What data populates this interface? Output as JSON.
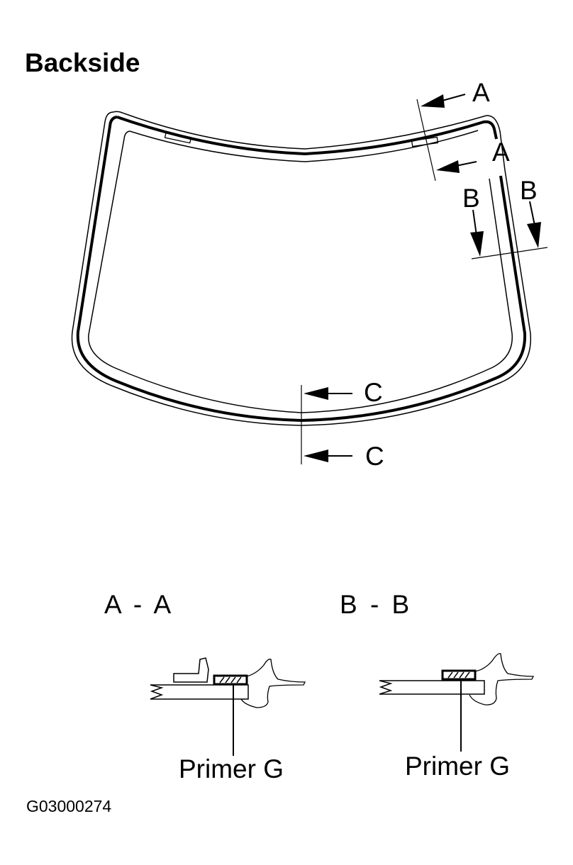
{
  "title": "Backside",
  "figure_id": "G03000274",
  "section_callouts": {
    "a_top": "A",
    "a_bottom": "A",
    "b_left": "B",
    "b_right": "B",
    "c_top": "C",
    "c_bottom": "C"
  },
  "sections": [
    {
      "title": "A - A",
      "label": "Primer G"
    },
    {
      "title": "B - B",
      "label": "Primer G"
    }
  ],
  "colors": {
    "line": "#000000",
    "background": "#ffffff"
  }
}
